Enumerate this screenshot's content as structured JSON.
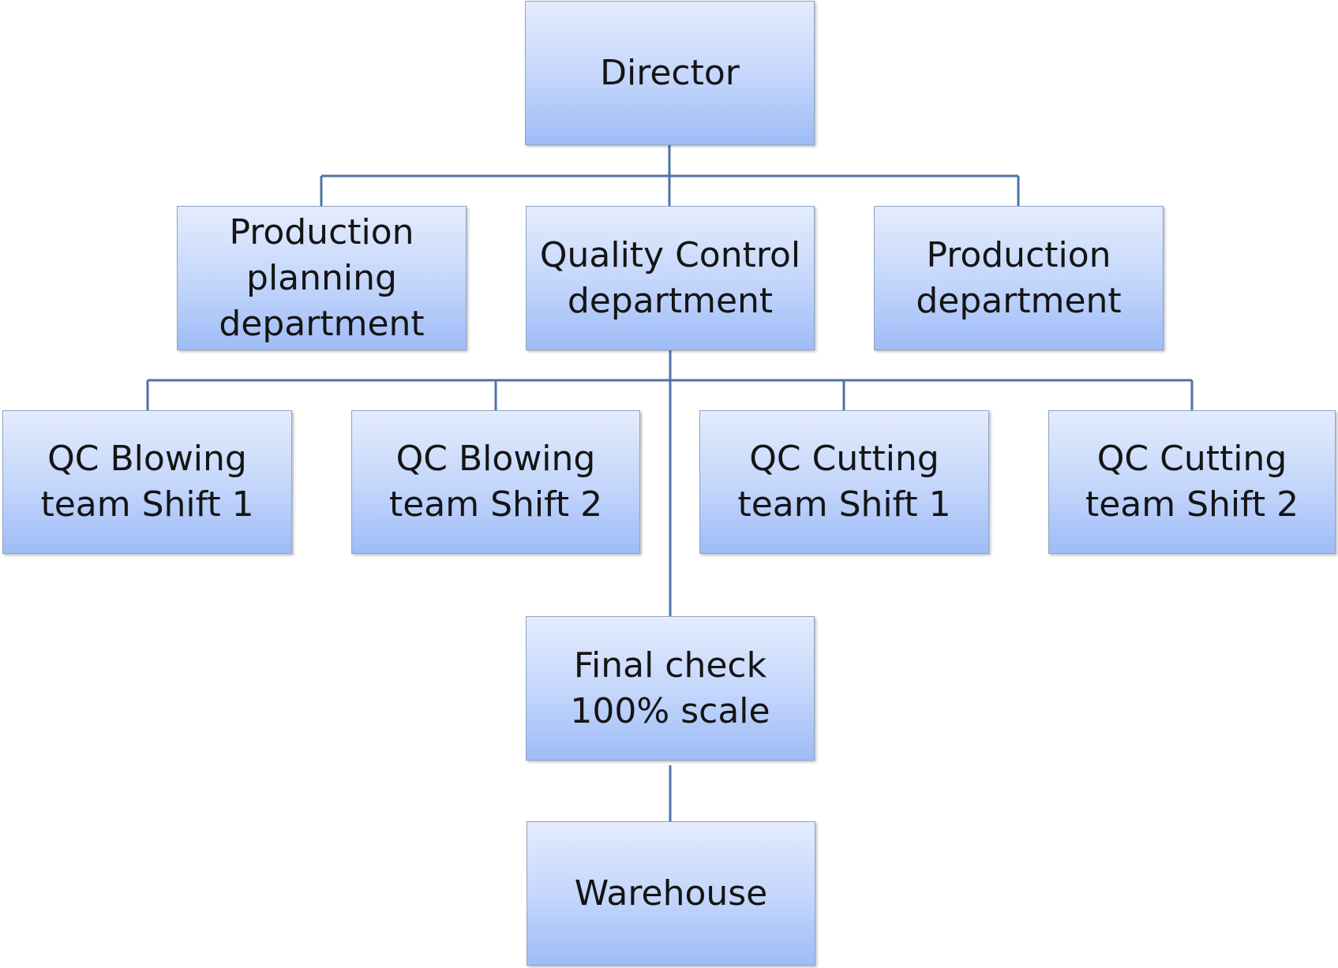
{
  "diagram": {
    "nodes": {
      "director": "Director",
      "production_planning": "Production planning department",
      "quality_control": "Quality Control department",
      "production": "Production department",
      "qc_blowing_1": "QC Blowing team Shift 1",
      "qc_blowing_2": "QC Blowing team Shift 2",
      "qc_cutting_1": "QC Cutting team Shift 1",
      "qc_cutting_2": "QC Cutting team Shift 2",
      "final_check": "Final check 100% scale",
      "warehouse": "Warehouse"
    },
    "edges": [
      [
        "director",
        "production_planning"
      ],
      [
        "director",
        "quality_control"
      ],
      [
        "director",
        "production"
      ],
      [
        "quality_control",
        "qc_blowing_1"
      ],
      [
        "quality_control",
        "qc_blowing_2"
      ],
      [
        "quality_control",
        "qc_cutting_1"
      ],
      [
        "quality_control",
        "qc_cutting_2"
      ],
      [
        "quality_control",
        "final_check"
      ],
      [
        "final_check",
        "warehouse"
      ]
    ],
    "colors": {
      "box_top": "#e4ecfd",
      "box_bottom": "#9fbcf7",
      "box_border": "#8fa4c2",
      "connector": "#4f73a8",
      "text": "#141414"
    }
  }
}
